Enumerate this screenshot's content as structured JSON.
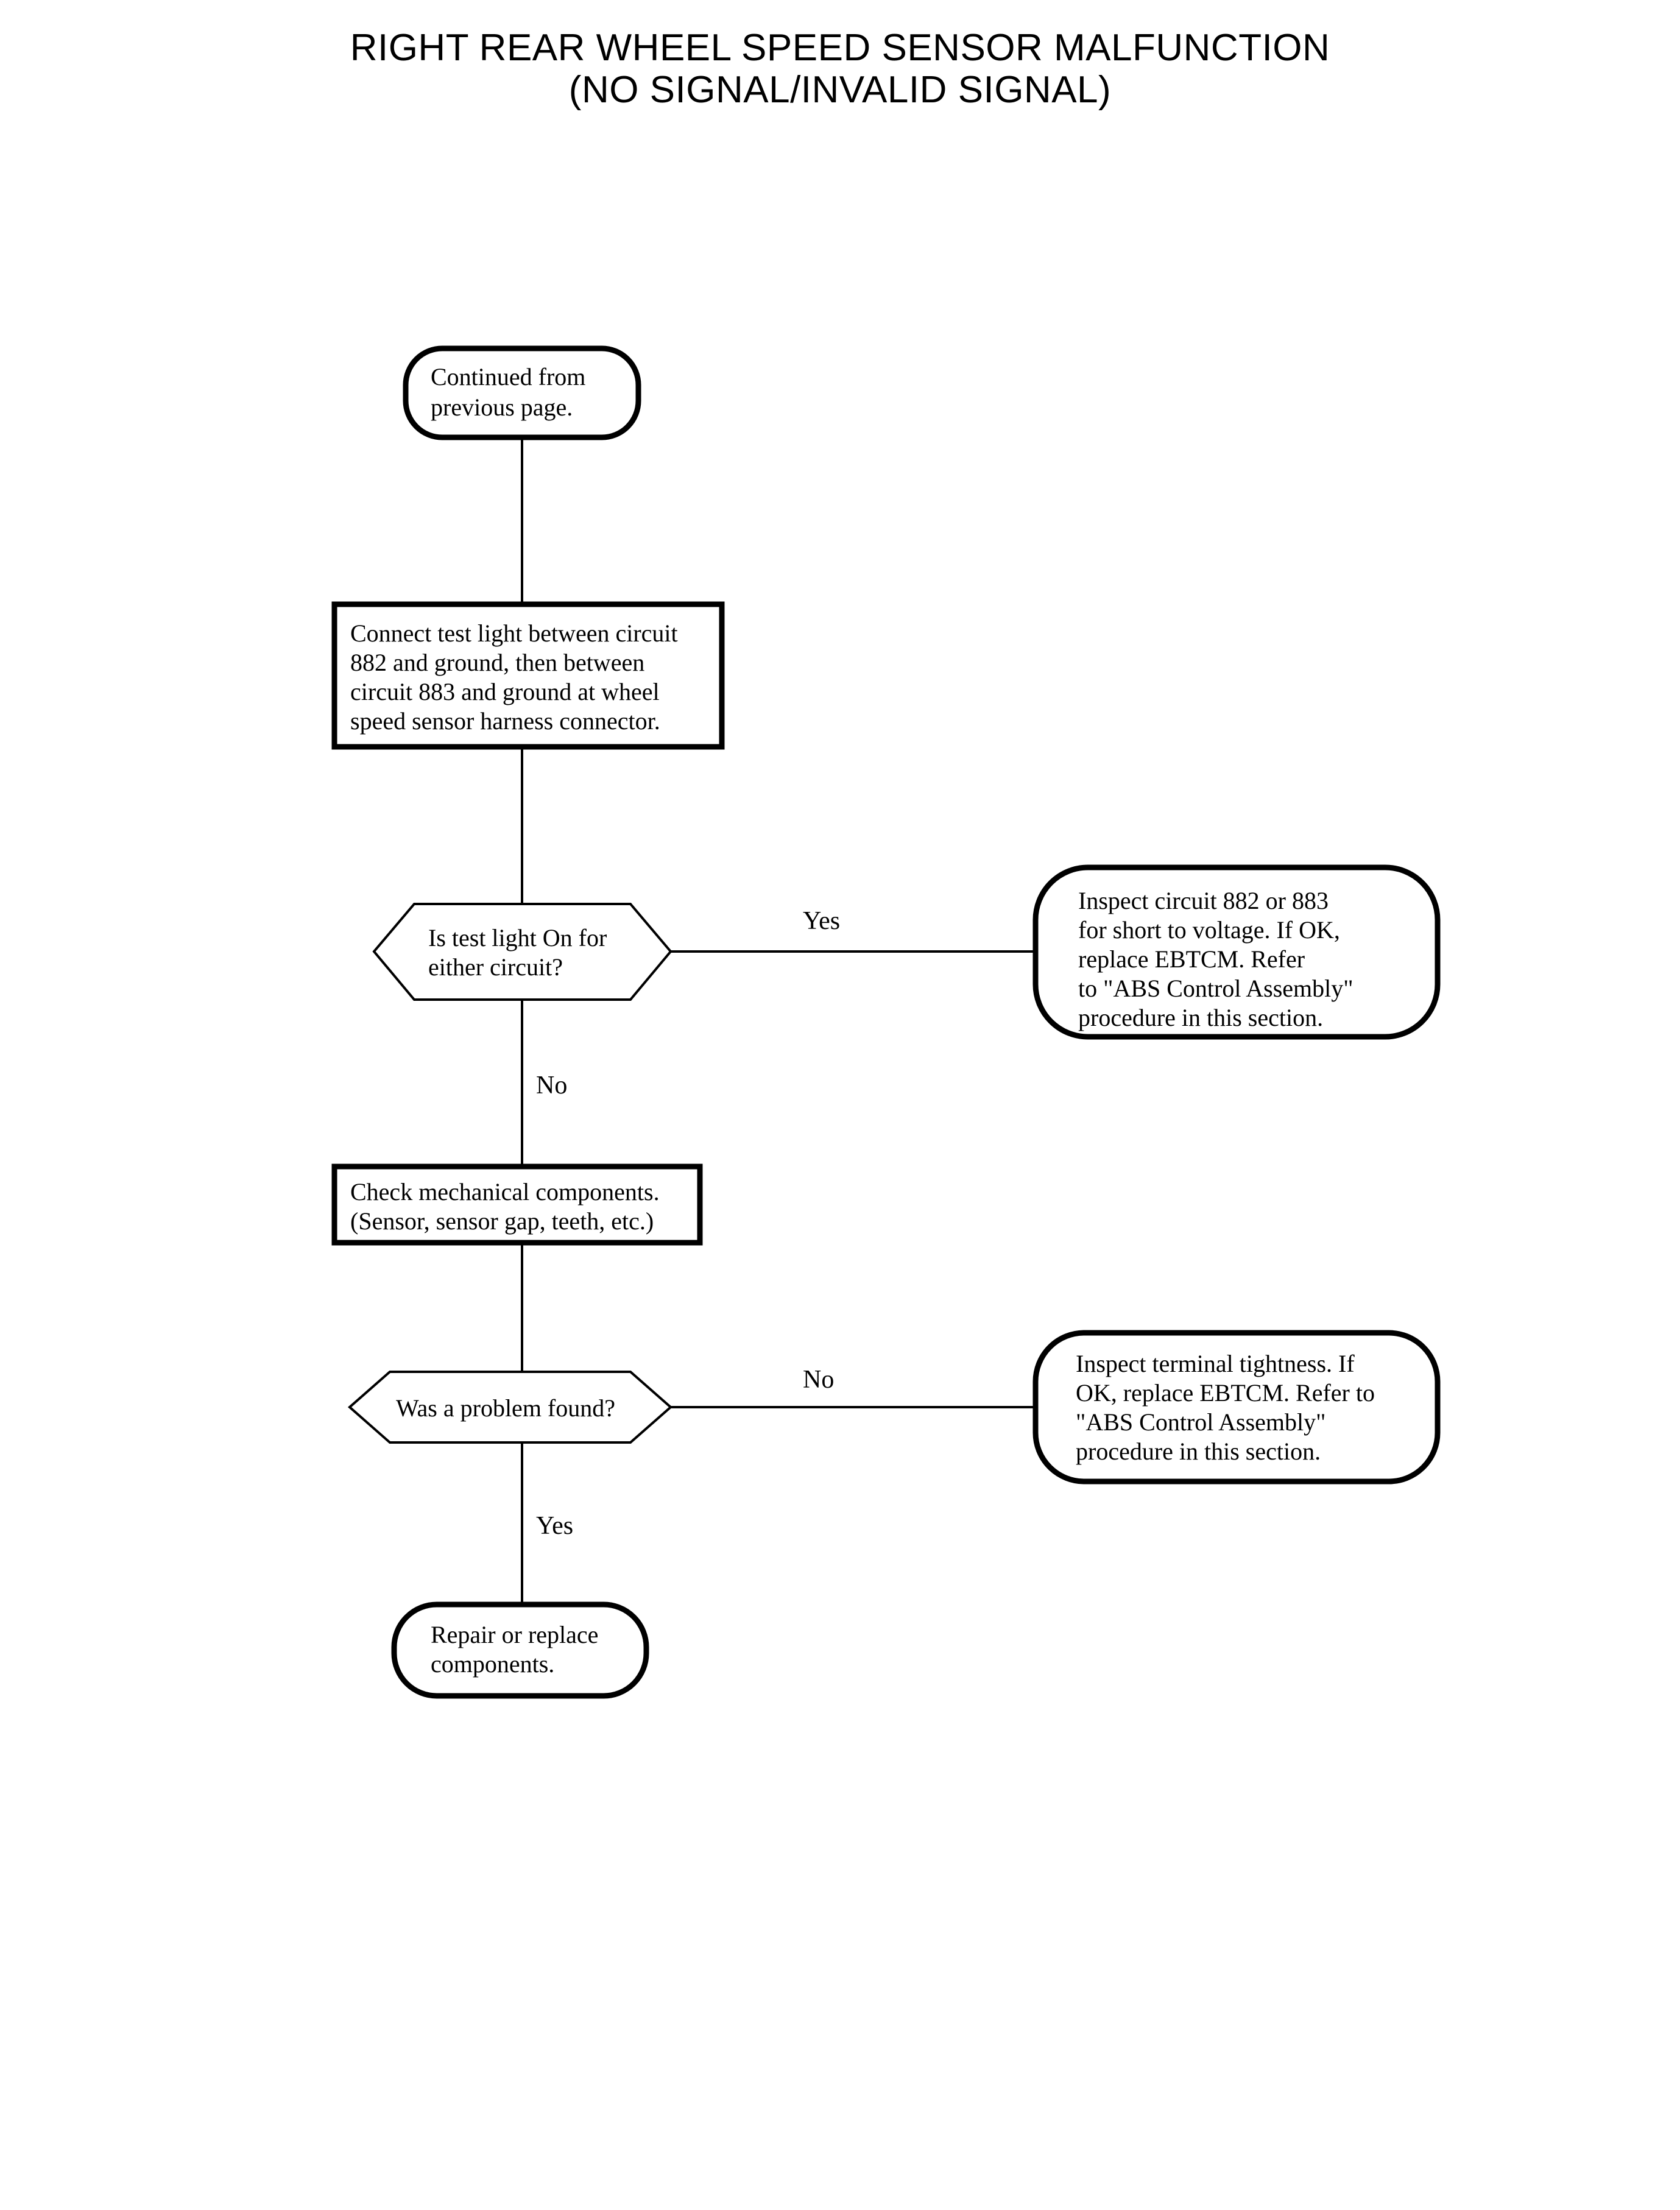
{
  "title": {
    "line1": "RIGHT REAR WHEEL SPEED SENSOR MALFUNCTION",
    "line2": "(NO SIGNAL/INVALID SIGNAL)",
    "full": "RIGHT REAR WHEEL SPEED SENSOR MALFUNCTION\n(NO SIGNAL/INVALID SIGNAL)"
  },
  "colors": {
    "background": "#ffffff",
    "stroke": "#000000",
    "text": "#000000"
  },
  "chart_data": {
    "type": "diagram",
    "diagram_kind": "flowchart",
    "title": "RIGHT REAR WHEEL SPEED SENSOR MALFUNCTION (NO SIGNAL/INVALID SIGNAL)",
    "nodes": [
      {
        "id": "start",
        "shape": "terminator",
        "lines": [
          "Continued from",
          "previous page."
        ]
      },
      {
        "id": "connect-test-light",
        "shape": "process",
        "lines": [
          "Connect test light between circuit",
          "882 and ground, then between",
          "circuit 883 and ground at wheel",
          "speed sensor harness connector."
        ]
      },
      {
        "id": "test-light-on",
        "shape": "decision",
        "lines": [
          "Is test light On for",
          "either circuit?"
        ]
      },
      {
        "id": "inspect-circuit",
        "shape": "terminator",
        "lines": [
          "Inspect circuit 882 or 883",
          "for short to voltage. If OK,",
          "replace EBTCM. Refer",
          "to \"ABS Control Assembly\"",
          "procedure in this section."
        ]
      },
      {
        "id": "check-mechanical",
        "shape": "process",
        "lines": [
          "Check mechanical components.",
          "(Sensor, sensor gap, teeth, etc.)"
        ]
      },
      {
        "id": "problem-found",
        "shape": "decision",
        "lines": [
          "Was a problem found?"
        ]
      },
      {
        "id": "inspect-terminal",
        "shape": "terminator",
        "lines": [
          "Inspect terminal tightness. If",
          "OK, replace EBTCM. Refer to",
          "\"ABS Control Assembly\"",
          "procedure in this section."
        ]
      },
      {
        "id": "repair-replace",
        "shape": "terminator",
        "lines": [
          "Repair or replace",
          "components."
        ]
      }
    ],
    "edges": [
      {
        "from": "start",
        "to": "connect-test-light",
        "label": ""
      },
      {
        "from": "connect-test-light",
        "to": "test-light-on",
        "label": ""
      },
      {
        "from": "test-light-on",
        "to": "inspect-circuit",
        "label": "Yes"
      },
      {
        "from": "test-light-on",
        "to": "check-mechanical",
        "label": "No"
      },
      {
        "from": "check-mechanical",
        "to": "problem-found",
        "label": ""
      },
      {
        "from": "problem-found",
        "to": "inspect-terminal",
        "label": "No"
      },
      {
        "from": "problem-found",
        "to": "repair-replace",
        "label": "Yes"
      }
    ]
  },
  "nodes": {
    "start": {
      "l1": "Continued from",
      "l2": "previous page."
    },
    "connect_test_light": {
      "l1": "Connect test light between circuit",
      "l2": "882 and ground, then between",
      "l3": "circuit 883 and ground at wheel",
      "l4": "speed sensor harness connector."
    },
    "test_light_on": {
      "l1": "Is test light On for",
      "l2": "either circuit?"
    },
    "inspect_circuit": {
      "l1": "Inspect circuit 882 or 883",
      "l2": "for short to voltage. If OK,",
      "l3": "replace EBTCM. Refer",
      "l4": "to \"ABS Control Assembly\"",
      "l5": "procedure in this section."
    },
    "check_mechanical": {
      "l1": "Check mechanical components.",
      "l2": "(Sensor, sensor gap, teeth, etc.)"
    },
    "problem_found": {
      "l1": "Was a problem found?"
    },
    "inspect_terminal": {
      "l1": "Inspect terminal tightness. If",
      "l2": "OK, replace EBTCM. Refer to",
      "l3": "\"ABS Control Assembly\"",
      "l4": "procedure in this section."
    },
    "repair_replace": {
      "l1": "Repair or replace",
      "l2": "components."
    }
  },
  "edge_labels": {
    "test_light_yes": "Yes",
    "test_light_no": "No",
    "problem_no": "No",
    "problem_yes": "Yes"
  }
}
